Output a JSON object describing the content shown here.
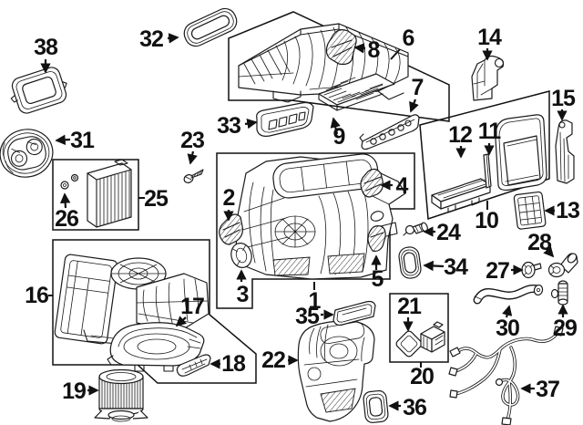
{
  "diagram": {
    "kind": "exploded-parts-diagram",
    "background_color": "#ffffff",
    "line_color": "#1a1a1a",
    "callout_count": 38
  },
  "parts": [
    {
      "label": "1"
    },
    {
      "label": "2"
    },
    {
      "label": "3"
    },
    {
      "label": "4"
    },
    {
      "label": "5"
    },
    {
      "label": "6"
    },
    {
      "label": "7"
    },
    {
      "label": "8"
    },
    {
      "label": "9"
    },
    {
      "label": "10"
    },
    {
      "label": "11"
    },
    {
      "label": "12"
    },
    {
      "label": "13"
    },
    {
      "label": "14"
    },
    {
      "label": "15"
    },
    {
      "label": "16"
    },
    {
      "label": "17"
    },
    {
      "label": "18"
    },
    {
      "label": "19"
    },
    {
      "label": "20"
    },
    {
      "label": "21"
    },
    {
      "label": "22"
    },
    {
      "label": "23"
    },
    {
      "label": "24"
    },
    {
      "label": "25"
    },
    {
      "label": "26"
    },
    {
      "label": "27"
    },
    {
      "label": "28"
    },
    {
      "label": "29"
    },
    {
      "label": "30"
    },
    {
      "label": "31"
    },
    {
      "label": "32"
    },
    {
      "label": "33"
    },
    {
      "label": "34"
    },
    {
      "label": "35"
    },
    {
      "label": "36"
    },
    {
      "label": "37"
    },
    {
      "label": "38"
    }
  ]
}
